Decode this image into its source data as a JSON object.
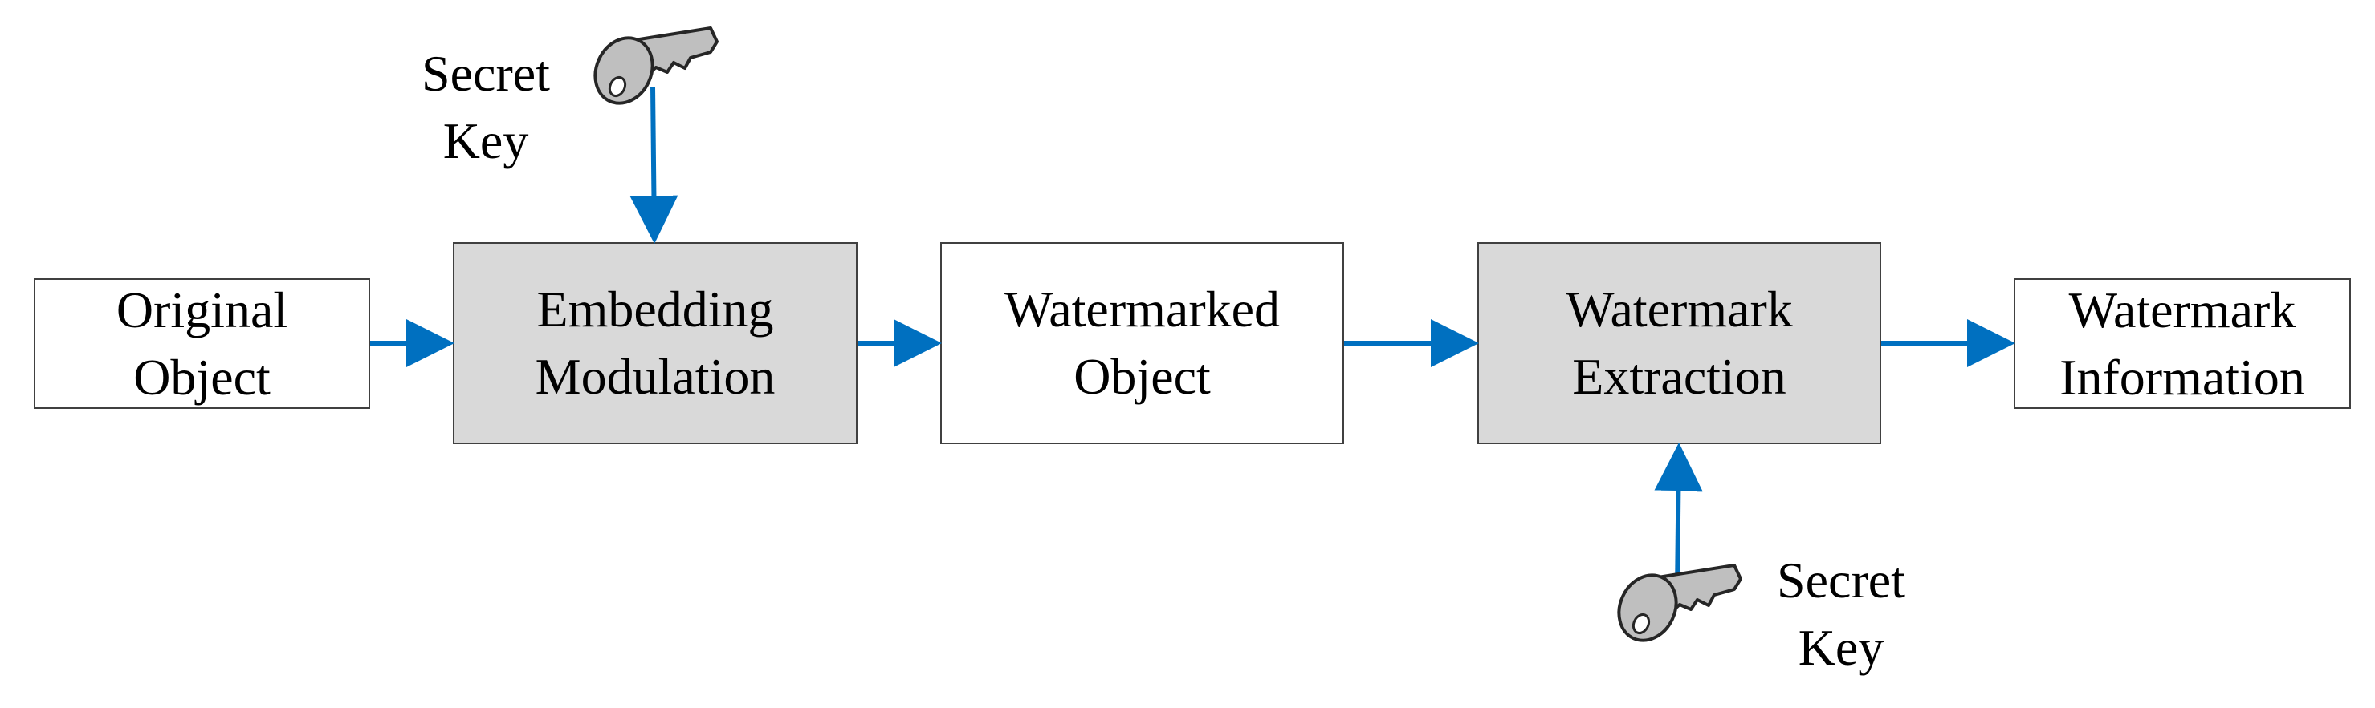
{
  "colors": {
    "arrow": "#0070c0",
    "box_border": "#404040",
    "process_fill": "#d9d9d9",
    "plain_fill": "#ffffff",
    "key_fill": "#bfbfbf",
    "key_stroke": "#262626"
  },
  "nodes": {
    "original_object": {
      "label": "Original\nObject"
    },
    "embedding_modulation": {
      "label": "Embedding\nModulation"
    },
    "watermarked_object": {
      "label": "Watermarked\nObject"
    },
    "watermark_extraction": {
      "label": "Watermark\nExtraction"
    },
    "watermark_information": {
      "label": "Watermark\nInformation"
    }
  },
  "keys": {
    "embed_key": {
      "label": "Secret\nKey",
      "icon": "key-icon"
    },
    "extract_key": {
      "label": "Secret\nKey",
      "icon": "key-icon"
    }
  }
}
